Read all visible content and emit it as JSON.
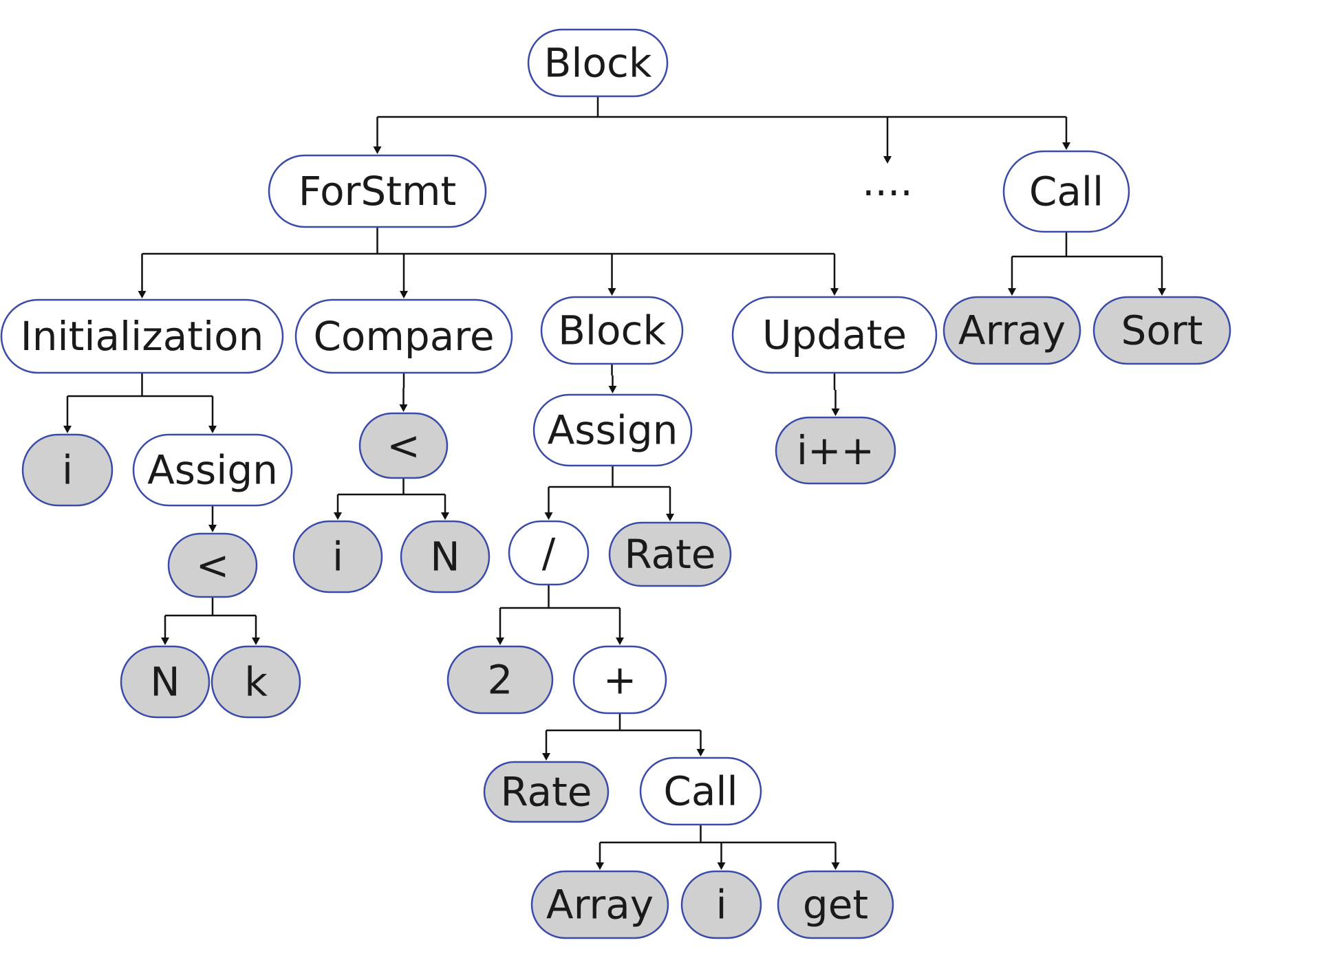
{
  "colors": {
    "node_border": "#3a4aa8",
    "internal_fill": "#ffffff",
    "leaf_fill": "#d0d0d0",
    "edge": "#111111"
  },
  "nodes": [
    {
      "id": "block_root",
      "label": "Block",
      "leaf": false
    },
    {
      "id": "forstmt",
      "label": "ForStmt",
      "leaf": false
    },
    {
      "id": "ellipsis",
      "label": "....",
      "leaf": false,
      "plain": true
    },
    {
      "id": "call_top",
      "label": "Call",
      "leaf": false
    },
    {
      "id": "initialization",
      "label": "Initialization",
      "leaf": false
    },
    {
      "id": "compare",
      "label": "Compare",
      "leaf": false
    },
    {
      "id": "block_inner",
      "label": "Block",
      "leaf": false
    },
    {
      "id": "update",
      "label": "Update",
      "leaf": false
    },
    {
      "id": "array_top",
      "label": "Array",
      "leaf": true
    },
    {
      "id": "sort",
      "label": "Sort",
      "leaf": true
    },
    {
      "id": "init_i",
      "label": "i",
      "leaf": true
    },
    {
      "id": "init_assign",
      "label": "Assign",
      "leaf": false
    },
    {
      "id": "cmp_lt",
      "label": "<",
      "leaf": true
    },
    {
      "id": "blk_assign",
      "label": "Assign",
      "leaf": false
    },
    {
      "id": "incr",
      "label": "i++",
      "leaf": true
    },
    {
      "id": "init_lt",
      "label": "<",
      "leaf": true
    },
    {
      "id": "cmp_i",
      "label": "i",
      "leaf": true
    },
    {
      "id": "cmp_n",
      "label": "N",
      "leaf": true
    },
    {
      "id": "div",
      "label": "/",
      "leaf": false
    },
    {
      "id": "rate_1",
      "label": "Rate",
      "leaf": true
    },
    {
      "id": "init_n",
      "label": "N",
      "leaf": true
    },
    {
      "id": "init_k",
      "label": "k",
      "leaf": true
    },
    {
      "id": "two",
      "label": "2",
      "leaf": true
    },
    {
      "id": "plus",
      "label": "+",
      "leaf": false
    },
    {
      "id": "rate_2",
      "label": "Rate",
      "leaf": true
    },
    {
      "id": "call_inner",
      "label": "Call",
      "leaf": false
    },
    {
      "id": "array_bottom",
      "label": "Array",
      "leaf": true
    },
    {
      "id": "get_i",
      "label": "i",
      "leaf": true
    },
    {
      "id": "get",
      "label": "get",
      "leaf": true
    }
  ],
  "edges": [
    [
      "block_root",
      [
        "forstmt",
        "ellipsis",
        "call_top"
      ]
    ],
    [
      "forstmt",
      [
        "initialization",
        "compare",
        "block_inner",
        "update"
      ]
    ],
    [
      "call_top",
      [
        "array_top",
        "sort"
      ]
    ],
    [
      "initialization",
      [
        "init_i",
        "init_assign"
      ]
    ],
    [
      "compare",
      [
        "cmp_lt"
      ]
    ],
    [
      "block_inner",
      [
        "blk_assign"
      ]
    ],
    [
      "update",
      [
        "incr"
      ]
    ],
    [
      "init_assign",
      [
        "init_lt"
      ]
    ],
    [
      "cmp_lt",
      [
        "cmp_i",
        "cmp_n"
      ]
    ],
    [
      "blk_assign",
      [
        "div",
        "rate_1"
      ]
    ],
    [
      "init_lt",
      [
        "init_n",
        "init_k"
      ]
    ],
    [
      "div",
      [
        "two",
        "plus"
      ]
    ],
    [
      "plus",
      [
        "rate_2",
        "call_inner"
      ]
    ],
    [
      "call_inner",
      [
        "array_bottom",
        "get_i",
        "get"
      ]
    ]
  ]
}
